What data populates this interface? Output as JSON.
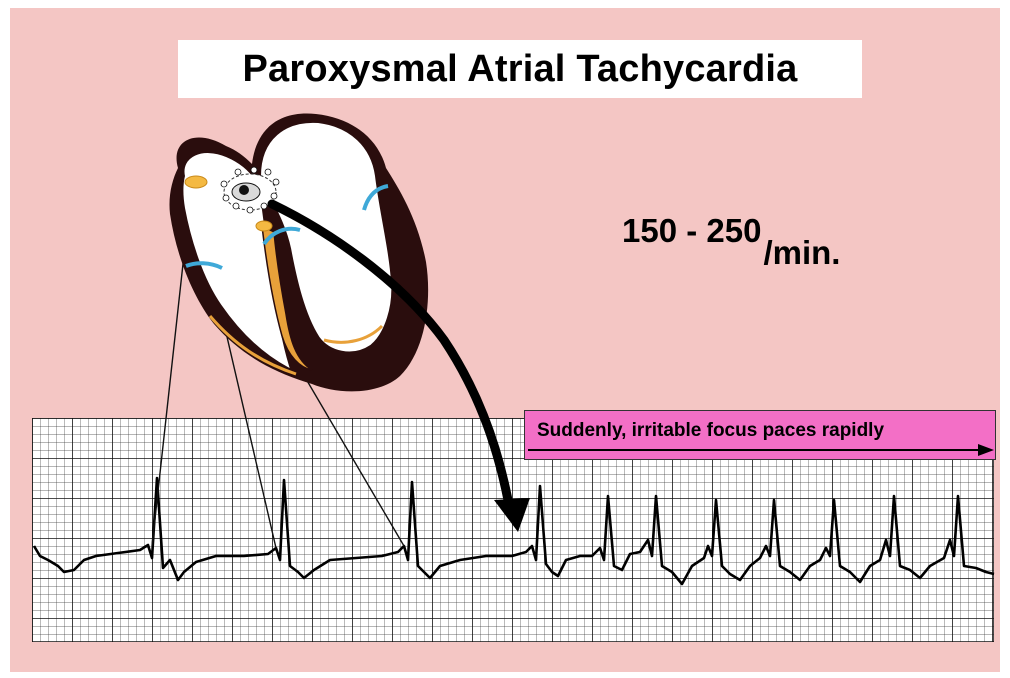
{
  "title": "Paroxysmal Atrial Tachycardia",
  "rate": {
    "value": "150 - 250",
    "unit": "/min."
  },
  "banner": {
    "text": "Suddenly, irritable focus paces rapidly"
  },
  "colors": {
    "background": "#f4c6c4",
    "banner": "#f36fc6",
    "heart_muscle": "#2a0d0d",
    "node": "#f4b942",
    "valve": "#3fa9d8",
    "conduction": "#e8a13a"
  }
}
